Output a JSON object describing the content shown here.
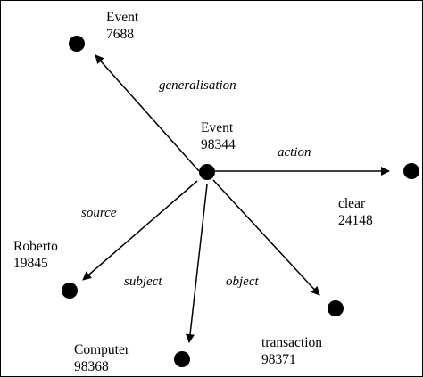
{
  "colors": {
    "ink": "#000000",
    "background": "#ffffff"
  },
  "nodes": {
    "center": {
      "name": "Event",
      "id": "98344"
    },
    "top_left": {
      "name": "Event",
      "id": "7688"
    },
    "right": {
      "name": "clear",
      "id": "24148"
    },
    "left": {
      "name": "Roberto",
      "id": "19845"
    },
    "bottom": {
      "name": "Computer",
      "id": "98368"
    },
    "bottom_right": {
      "name": "transaction",
      "id": "98371"
    }
  },
  "edges": {
    "generalisation": "generalisation",
    "action": "action",
    "source": "source",
    "subject": "subject",
    "object": "object"
  }
}
